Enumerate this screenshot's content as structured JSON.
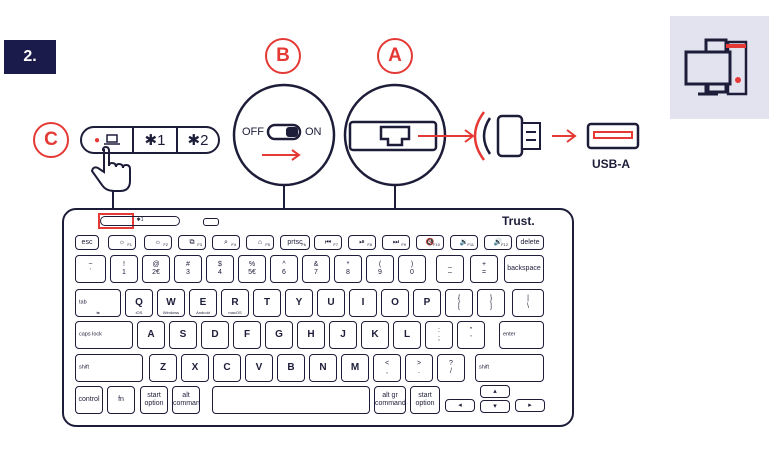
{
  "step": {
    "number": "2."
  },
  "labels": {
    "a": "A",
    "b": "B",
    "c": "C"
  },
  "switch": {
    "off": "OFF",
    "on": "ON"
  },
  "connector": {
    "label": "USB-A"
  },
  "brand": {
    "name": "Trust."
  },
  "colors": {
    "accent": "#e53935",
    "ink": "#1d1d3a",
    "pc_panel": "#e3e3ef"
  },
  "icons": [
    "laptop-icon",
    "bluetooth-icon",
    "hand-pointer-icon",
    "computer-icon",
    "usb-dongle-icon",
    "usb-port-icon",
    "arrow-right-icon"
  ],
  "channel_selector": {
    "bt1": "✱1",
    "bt2": "✱2"
  },
  "keyboard": {
    "rows": [
      [
        {
          "t": "esc"
        },
        {
          "t": "☼",
          "n": "F1"
        },
        {
          "t": "☼",
          "n": "F2"
        },
        {
          "t": "⧉",
          "n": "F3"
        },
        {
          "t": "⌕",
          "n": "F4"
        },
        {
          "t": "⌂",
          "n": "F5"
        },
        {
          "t": "prtsc",
          "n": "F6"
        },
        {
          "t": "⏮",
          "n": "F7"
        },
        {
          "t": "⏯",
          "n": "F8"
        },
        {
          "t": "⏭",
          "n": "F9"
        },
        {
          "t": "🔇",
          "n": "F10"
        },
        {
          "t": "🔉",
          "n": "F11"
        },
        {
          "t": "🔊",
          "n": "F12"
        },
        {
          "t": "delete"
        }
      ],
      [
        {
          "t": "~\n`"
        },
        {
          "t": "!\n1"
        },
        {
          "t": "@\n2€"
        },
        {
          "t": "#\n3"
        },
        {
          "t": "$\n4"
        },
        {
          "t": "%\n5€"
        },
        {
          "t": "^\n6"
        },
        {
          "t": "&\n7"
        },
        {
          "t": "*\n8"
        },
        {
          "t": "(\n9"
        },
        {
          "t": ")\n0"
        },
        {
          "t": "_\n–"
        },
        {
          "t": "+\n="
        },
        {
          "t": "backspace"
        }
      ],
      [
        {
          "t": "tab",
          "s": "⇆"
        },
        {
          "t": "Q",
          "s": "iOS"
        },
        {
          "t": "W",
          "s": "Windows"
        },
        {
          "t": "E",
          "s": "Android"
        },
        {
          "t": "R",
          "s": "macOS"
        },
        {
          "t": "T"
        },
        {
          "t": "Y"
        },
        {
          "t": "U"
        },
        {
          "t": "I"
        },
        {
          "t": "O"
        },
        {
          "t": "P"
        },
        {
          "t": "{\n["
        },
        {
          "t": "}\n]"
        },
        {
          "t": "|\n\\"
        }
      ],
      [
        {
          "t": "caps lock"
        },
        {
          "t": "A"
        },
        {
          "t": "S"
        },
        {
          "t": "D"
        },
        {
          "t": "F"
        },
        {
          "t": "G"
        },
        {
          "t": "H"
        },
        {
          "t": "J"
        },
        {
          "t": "K"
        },
        {
          "t": "L"
        },
        {
          "t": ":\n;"
        },
        {
          "t": "\"\n'"
        },
        {
          "t": "enter"
        }
      ],
      [
        {
          "t": "shift"
        },
        {
          "t": "Z"
        },
        {
          "t": "X"
        },
        {
          "t": "C"
        },
        {
          "t": "V"
        },
        {
          "t": "B"
        },
        {
          "t": "N"
        },
        {
          "t": "M"
        },
        {
          "t": "<\n,"
        },
        {
          "t": ">\n."
        },
        {
          "t": "?\n/"
        },
        {
          "t": "shift"
        }
      ],
      [
        {
          "t": "control"
        },
        {
          "t": "fn"
        },
        {
          "t": "start\noption"
        },
        {
          "t": "alt\ncommand"
        },
        {
          "t": ""
        },
        {
          "t": "alt gr\ncommand"
        },
        {
          "t": "start\noption"
        },
        {
          "t": "◂"
        },
        {
          "t": "▴"
        },
        {
          "t": "▾"
        },
        {
          "t": "▸"
        }
      ]
    ]
  }
}
